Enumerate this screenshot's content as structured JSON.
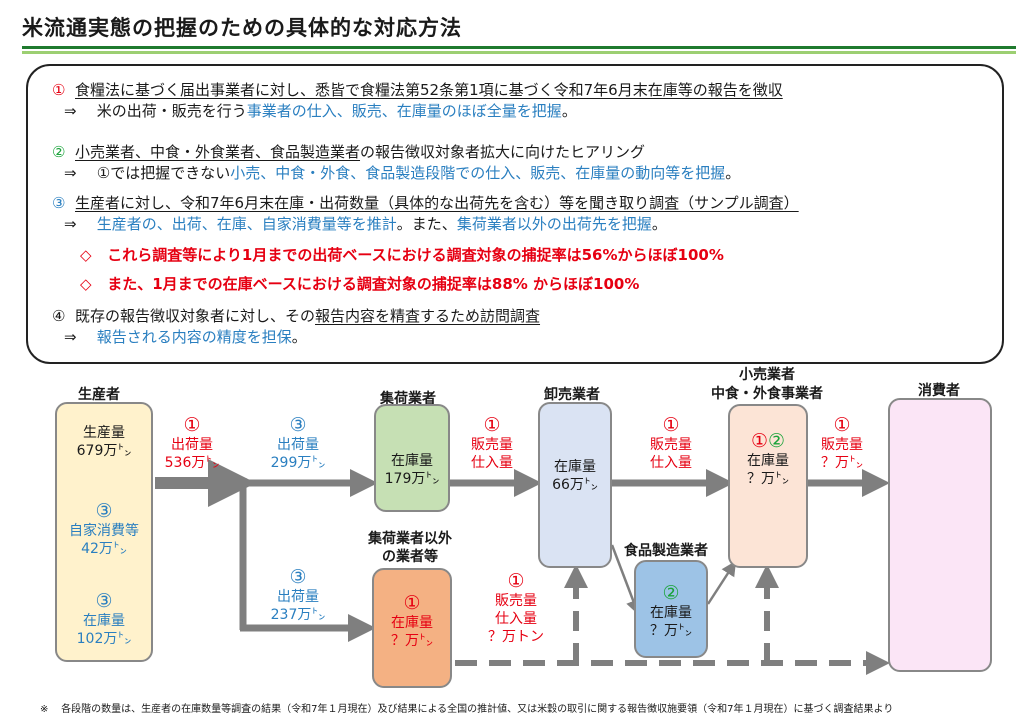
{
  "title": "米流通実態の把握のための具体的な対応方法",
  "items": [
    {
      "marker": "①",
      "head": "食糧法に基づく届出事業者に対し、悉皆で食糧法第52条第1項に基づく令和7年6月末在庫等の報告を徴収",
      "arrow": "⇒",
      "sub_plain": "米の出荷・販売を行う",
      "sub_blue": "事業者の仕入、販売、在庫量のほぼ全量を把握",
      "sub_end": "。"
    },
    {
      "marker": "②",
      "head": "小売業者、中食・外食業者、食品製造業者",
      "head_rest": "の報告徴収対象者拡大に向けたヒアリング",
      "arrow": "⇒",
      "sub_plain": "①では把握できない",
      "sub_blue": "小売、中食・外食、食品製造段階での仕入、販売、在庫量の動向等を把握",
      "sub_end": "。"
    },
    {
      "marker": "③",
      "head": "生産者に対し、令和7年6月末在庫・出荷数量（具体的な出荷先を含む）等を聞き取り調査（サンプル調査）",
      "arrow": "⇒",
      "sub_blue": "生産者の、出荷、在庫、自家消費量等を推計",
      "sub_mid": "。また、",
      "sub_blue2": "集荷業者以外の出荷先を把握",
      "sub_end": "。"
    },
    {
      "marker": "④",
      "head_plain": "既存の報告徴収対象者に対し、その",
      "head": "報告内容を精査するため訪問調査",
      "arrow": "⇒",
      "sub_blue": "報告される内容の精度を担保",
      "sub_end": "。"
    }
  ],
  "highlights": [
    {
      "mark": "◇",
      "text": "これら調査等により1月までの出荷ベースにおける調査対象の捕捉率は56%からほぼ100%"
    },
    {
      "mark": "◇",
      "text": "また、1月までの在庫ベースにおける調査対象の捕捉率は88% からほぼ100%"
    }
  ],
  "diagram": {
    "producer": {
      "label": "生産者",
      "prod_label": "生産量",
      "prod_value": "679万㌧",
      "self_mark": "③",
      "self_label": "自家消費等",
      "self_value": "42万㌧",
      "stock_mark": "③",
      "stock_label": "在庫量",
      "stock_value": "102万㌧"
    },
    "ship_total": {
      "mark": "①",
      "label": "出荷量",
      "value": "536万㌧"
    },
    "ship_collector": {
      "mark": "③",
      "label": "出荷量",
      "value": "299万㌧"
    },
    "ship_other": {
      "mark": "③",
      "label": "出荷量",
      "value": "237万㌧"
    },
    "collector": {
      "label": "集荷業者",
      "stock_label": "在庫量",
      "stock_value": "179万㌧"
    },
    "other": {
      "label_line1": "集荷業者以外",
      "label_line2": "の業者等",
      "mark": "①",
      "stock_label": "在庫量",
      "stock_value": "？万㌧"
    },
    "flow_collector_wholesale": {
      "mark": "①",
      "label1": "販売量",
      "label2": "仕入量"
    },
    "flow_other": {
      "mark": "①",
      "label1": "販売量",
      "label2": "仕入量",
      "value": "？万トン"
    },
    "wholesale": {
      "label": "卸売業者",
      "stock_label": "在庫量",
      "stock_value": "66万㌧"
    },
    "flow_wholesale_retail": {
      "mark": "①",
      "label1": "販売量",
      "label2": "仕入量"
    },
    "food_mfr": {
      "label": "食品製造業者",
      "mark": "②",
      "stock_label": "在庫量",
      "stock_value": "？万㌧"
    },
    "retail": {
      "label_line1": "小売業者",
      "label_line2": "中食・外食事業者",
      "mark1": "①",
      "mark2": "②",
      "stock_label": "在庫量",
      "stock_value": "？万㌧"
    },
    "flow_retail_consumer": {
      "mark": "①",
      "label": "販売量",
      "value": "？万㌧"
    },
    "consumer": {
      "label": "消費者"
    }
  },
  "footnote_mark": "※",
  "footnote": "各段階の数量は、生産者の在庫数量等調査の結果（令和7年１月現在）及び結果による全国の推計値、又は米穀の取引に関する報告徴収施要領（令和7年１月現在）に基づく調査結果より",
  "colors": {
    "title_rule": "#1f7a2e",
    "title_rule_light": "#9ccf72",
    "red": "#e60012",
    "green": "#1aa33a",
    "blue": "#2a7fc0",
    "producer_fill": "#fff2cc",
    "collector_fill": "#c6e0b4",
    "other_fill": "#f4b183",
    "wholesale_fill": "#dae3f3",
    "mfr_fill": "#9dc3e6",
    "retail_fill": "#fce4d6",
    "consumer_fill": "#fbe5f6"
  }
}
